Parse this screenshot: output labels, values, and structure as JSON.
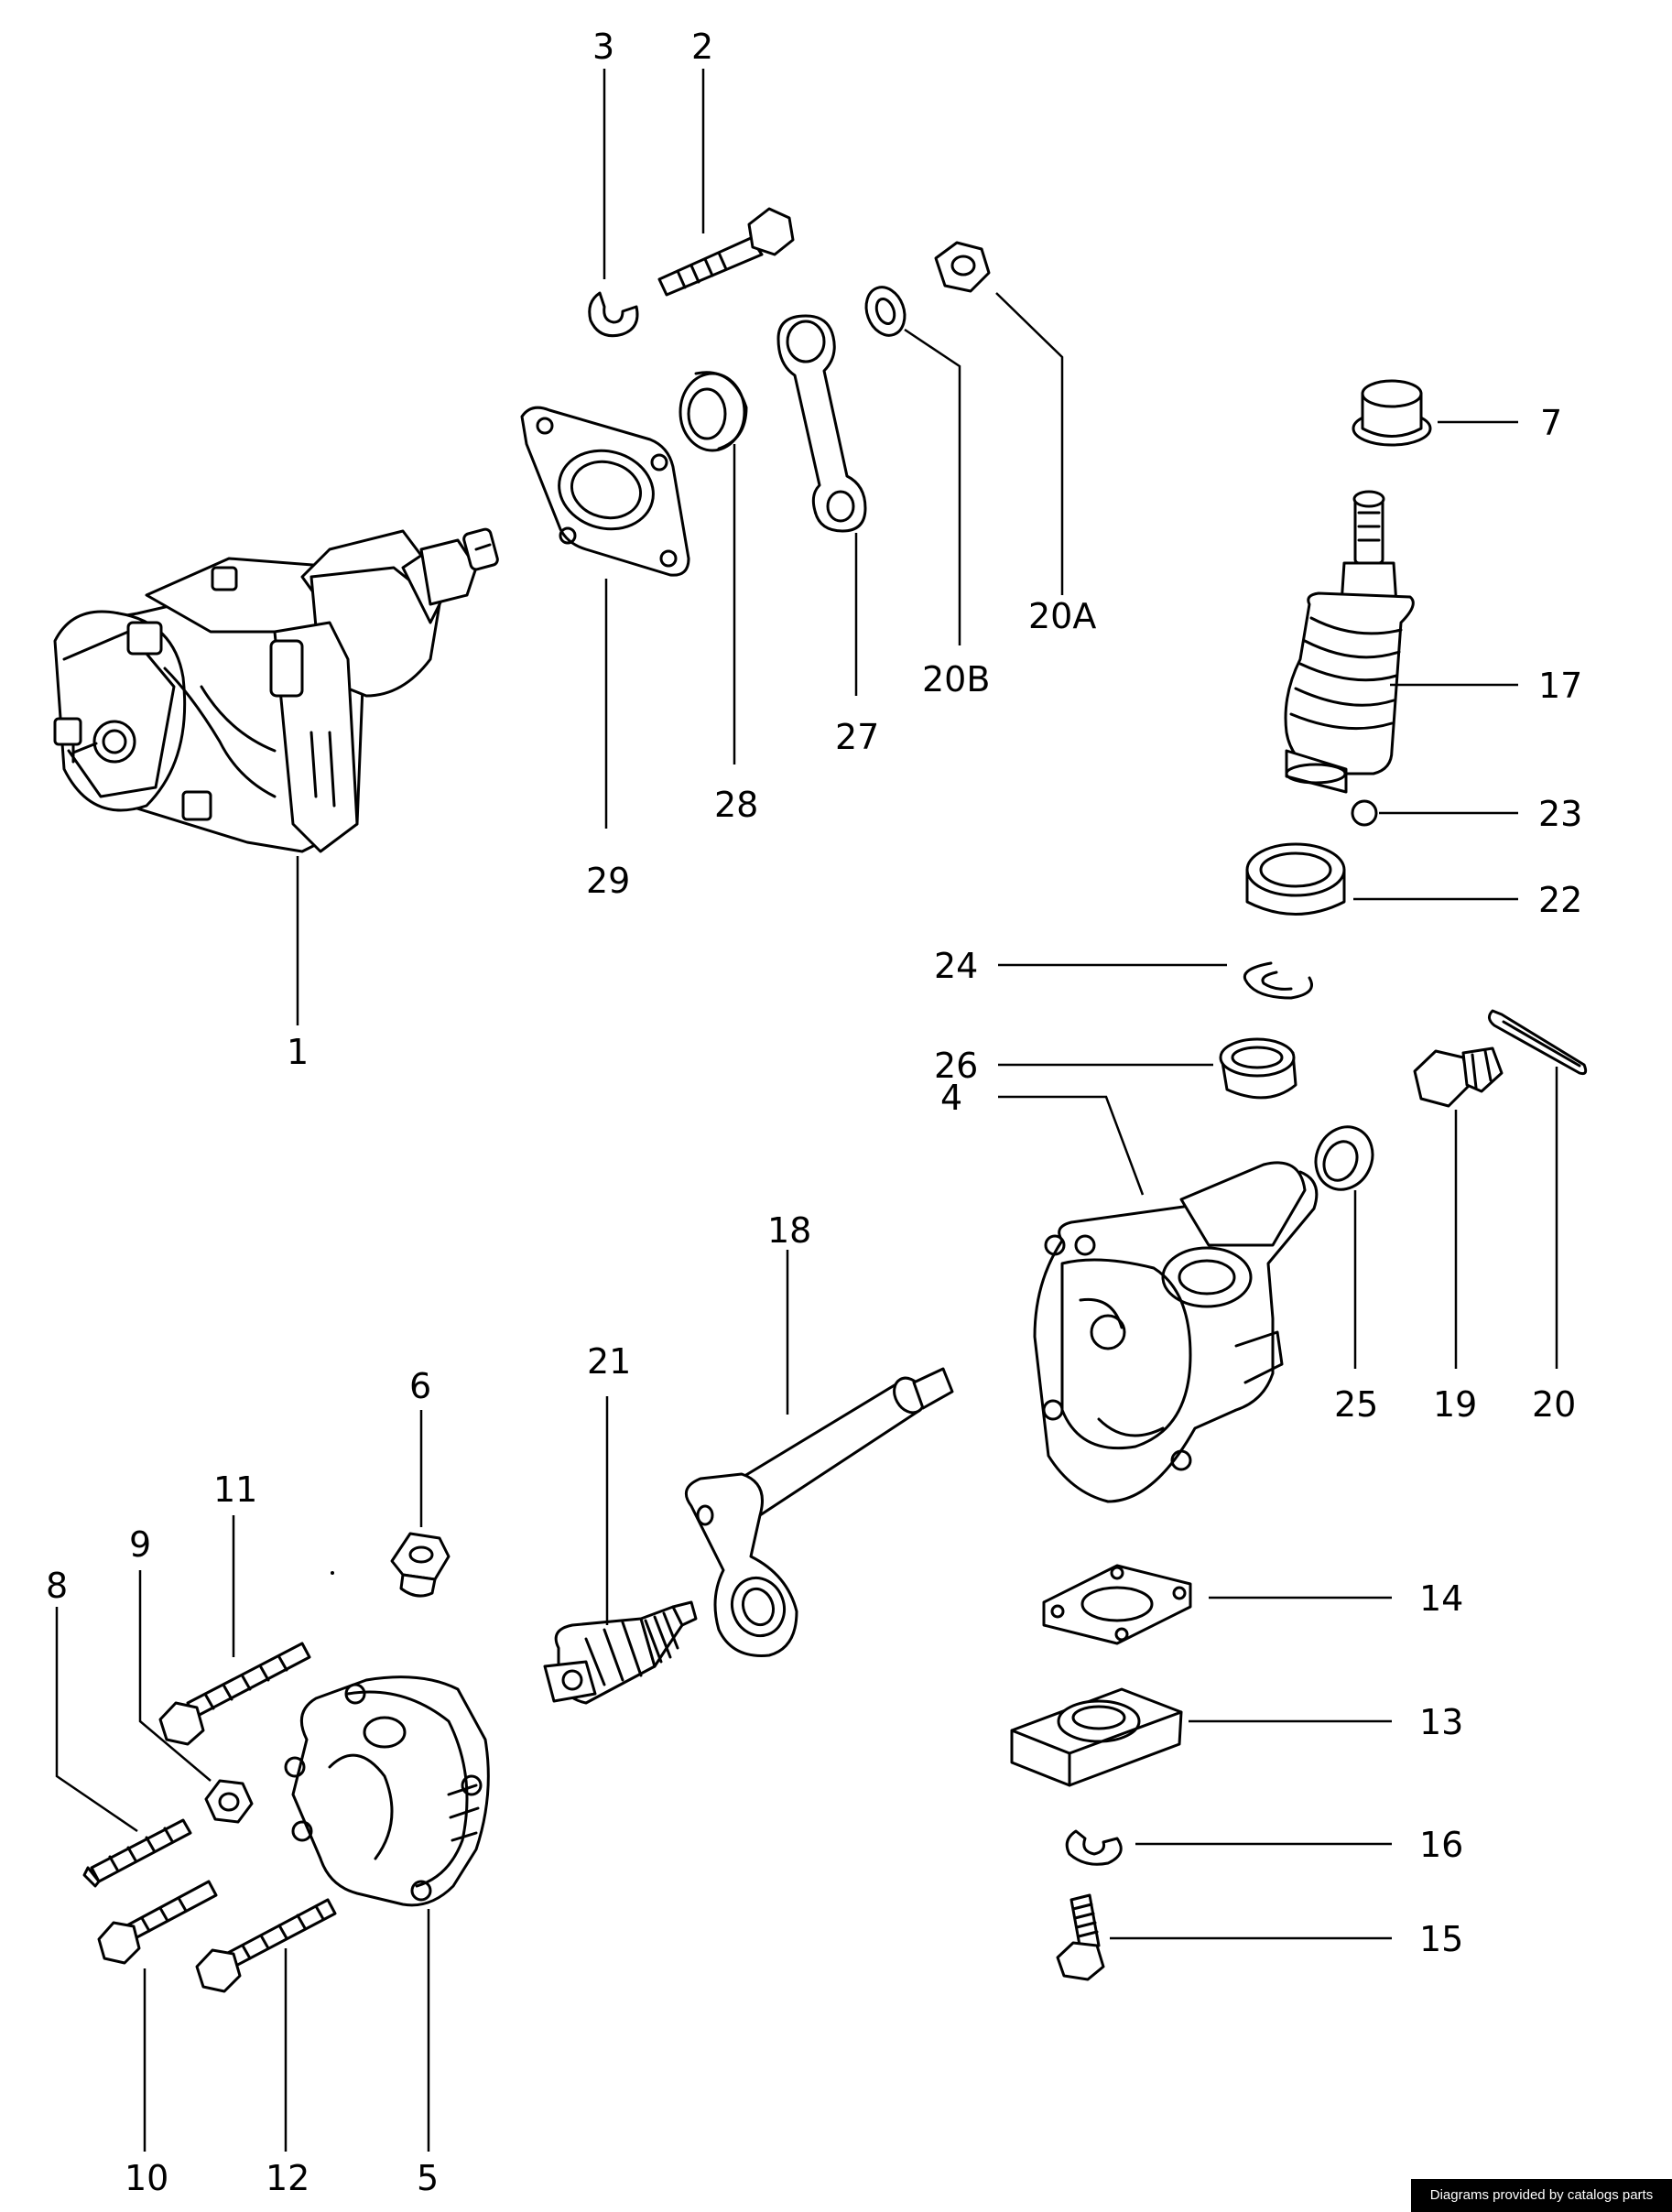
{
  "credit": "Diagrams provided by catalogs parts",
  "callouts": {
    "c1": "1",
    "c2": "2",
    "c3": "3",
    "c4": "4",
    "c5": "5",
    "c6": "6",
    "c7": "7",
    "c8": "8",
    "c9": "9",
    "c10": "10",
    "c11": "11",
    "c12": "12",
    "c13": "13",
    "c14": "14",
    "c15": "15",
    "c16": "16",
    "c17": "17",
    "c18": "18",
    "c19": "19",
    "c20": "20",
    "c20a": "20A",
    "c20b": "20B",
    "c21": "21",
    "c22": "22",
    "c23": "23",
    "c24": "24",
    "c25": "25",
    "c26": "26",
    "c27": "27",
    "c28": "28",
    "c29": "29"
  }
}
